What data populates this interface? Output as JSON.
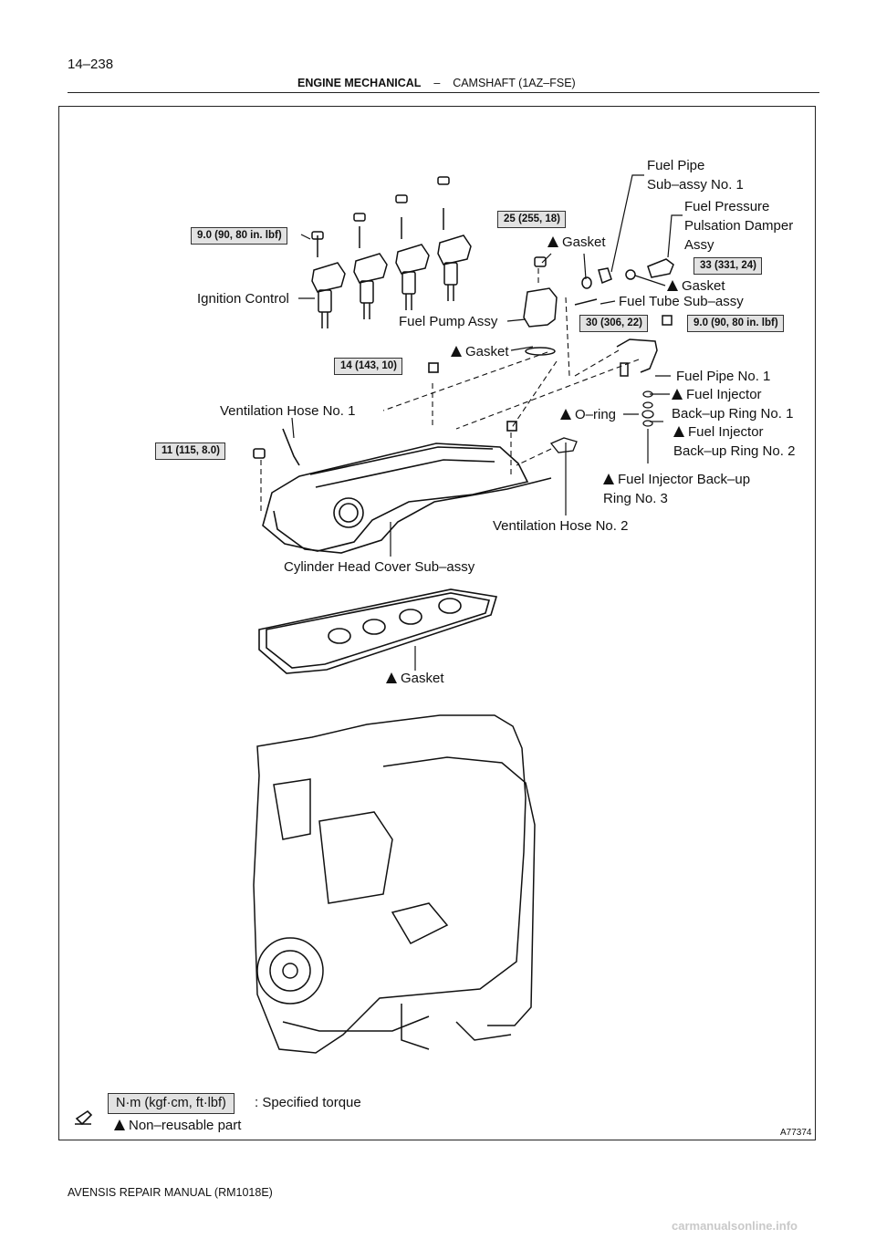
{
  "header": {
    "page_number": "14–238",
    "section_bold": "ENGINE MECHANICAL",
    "section_sep": "–",
    "section_rest": "CAMSHAFT (1AZ–FSE)"
  },
  "parts": {
    "fuel_pipe_subassy_l1": "Fuel Pipe",
    "fuel_pipe_subassy_l2": "Sub–assy No. 1",
    "damper_l1": "Fuel Pressure",
    "damper_l2": "Pulsation Damper",
    "damper_l3": "Assy",
    "gasket_pump_top": "Gasket",
    "gasket_damper": "Gasket",
    "ignition_control": "Ignition Control",
    "fuel_tube": "Fuel Tube Sub–assy",
    "fuel_pump": "Fuel Pump Assy",
    "gasket_pump_bottom": "Gasket",
    "fuel_pipe_no1": "Fuel Pipe No. 1",
    "backup1_l1": "Fuel Injector",
    "backup1_l2": "Back–up Ring No. 1",
    "vent_hose1": "Ventilation Hose No. 1",
    "oring": "O–ring",
    "backup2_l1": "Fuel Injector",
    "backup2_l2": "Back–up Ring No. 2",
    "backup3_l1": "Fuel Injector Back–up",
    "backup3_l2": "Ring No. 3",
    "vent_hose2": "Ventilation Hose No. 2",
    "head_cover": "Cylinder Head Cover Sub–assy",
    "gasket_cover": "Gasket"
  },
  "torques": {
    "t_ign": "9.0 (90, 80 in. lbf)",
    "t_pump": "25 (255, 18)",
    "t_damper": "33 (331, 24)",
    "t_pipe1": "30 (306, 22)",
    "t_pipe2": "9.0 (90, 80 in. lbf)",
    "t_cover_mid": "14 (143, 10)",
    "t_cover_left": "11 (115, 8.0)"
  },
  "legend": {
    "unit_box": "N·m (kgf·cm, ft·lbf)",
    "specified": ": Specified torque",
    "nonreusable": "Non–reusable part"
  },
  "figure_ref": "A77374",
  "footer": {
    "manual": "AVENSIS REPAIR MANUAL   (RM1018E)",
    "site": "carmanualsonline.info"
  }
}
